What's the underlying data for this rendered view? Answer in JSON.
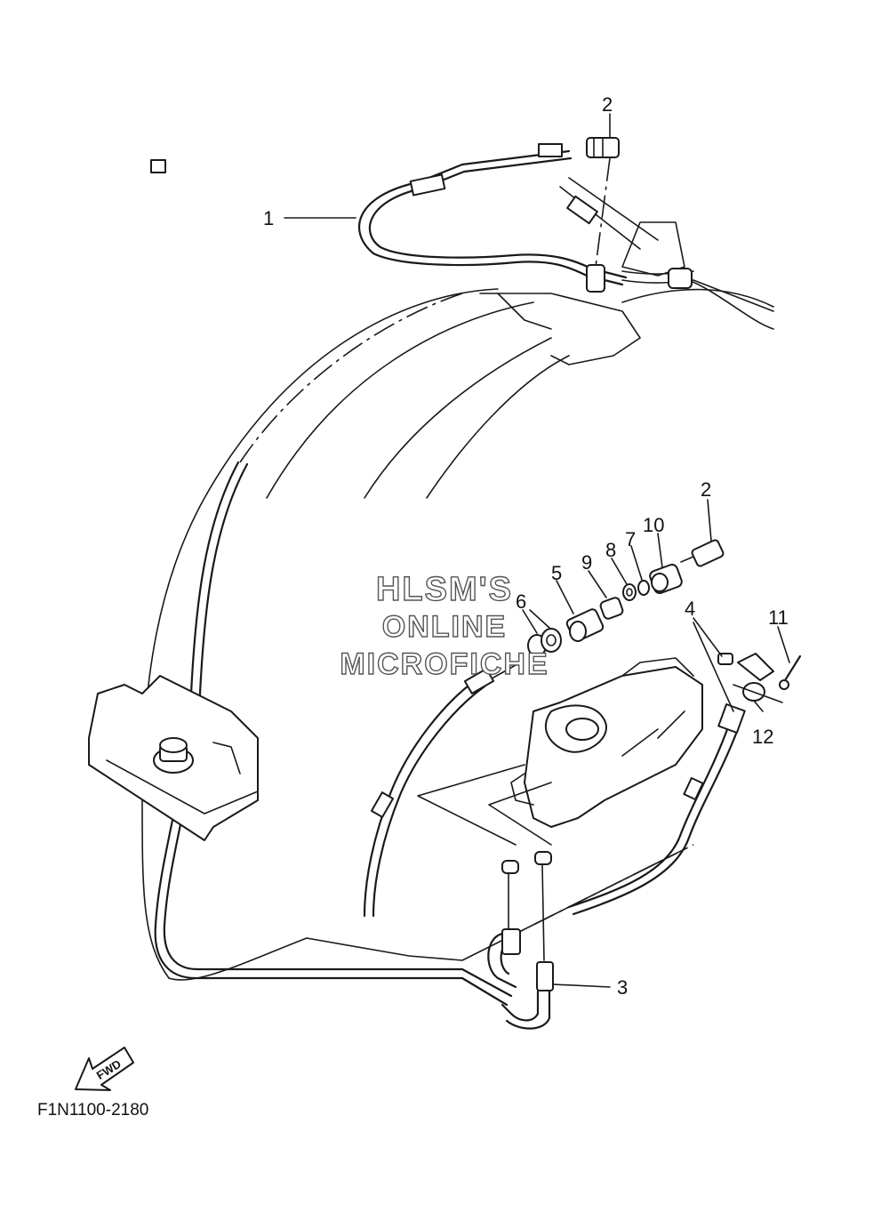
{
  "diagram_code": "F1N1100-2180",
  "watermark": {
    "line1": "HLSM'S",
    "line2": "ONLINE",
    "line3": "MICROFICHE"
  },
  "fwd_label": "FWD",
  "callouts": [
    "1",
    "2",
    "2",
    "3",
    "4",
    "5",
    "6",
    "7",
    "8",
    "9",
    "10",
    "11",
    "12"
  ]
}
